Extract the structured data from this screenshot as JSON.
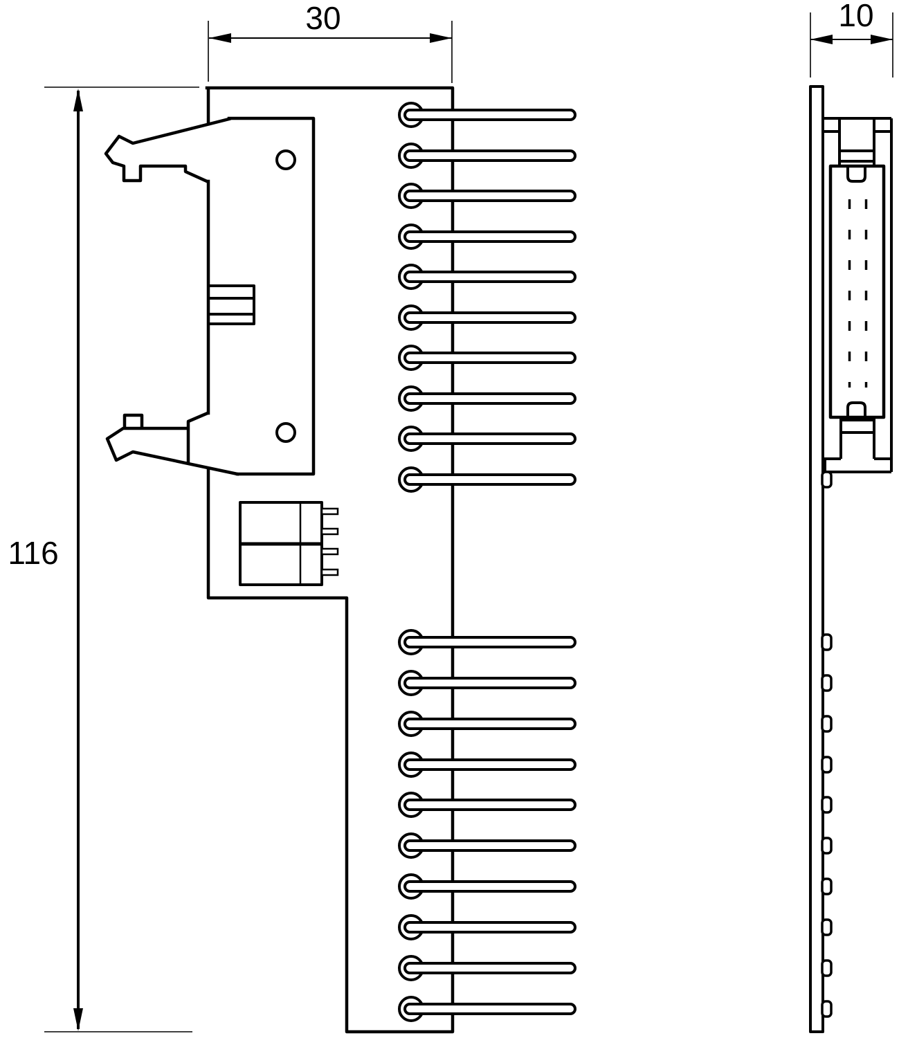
{
  "dimension_labels": {
    "width": "30",
    "depth": "10",
    "height": "116"
  },
  "colors": {
    "line": "#000000",
    "background": "#ffffff"
  },
  "front_view": {
    "pins_upper_y": [
      166,
      225,
      283,
      342,
      400,
      459,
      517,
      576,
      634,
      693
    ],
    "pins_lower_y": [
      928,
      987,
      1046,
      1105,
      1163,
      1222,
      1281,
      1340,
      1399,
      1458
    ],
    "relay_pins_y": [
      739,
      768,
      797,
      827
    ]
  },
  "side_view": {
    "bump_y": [
      693,
      928,
      987,
      1046,
      1105,
      1163,
      1222,
      1281,
      1340,
      1399,
      1458
    ]
  }
}
